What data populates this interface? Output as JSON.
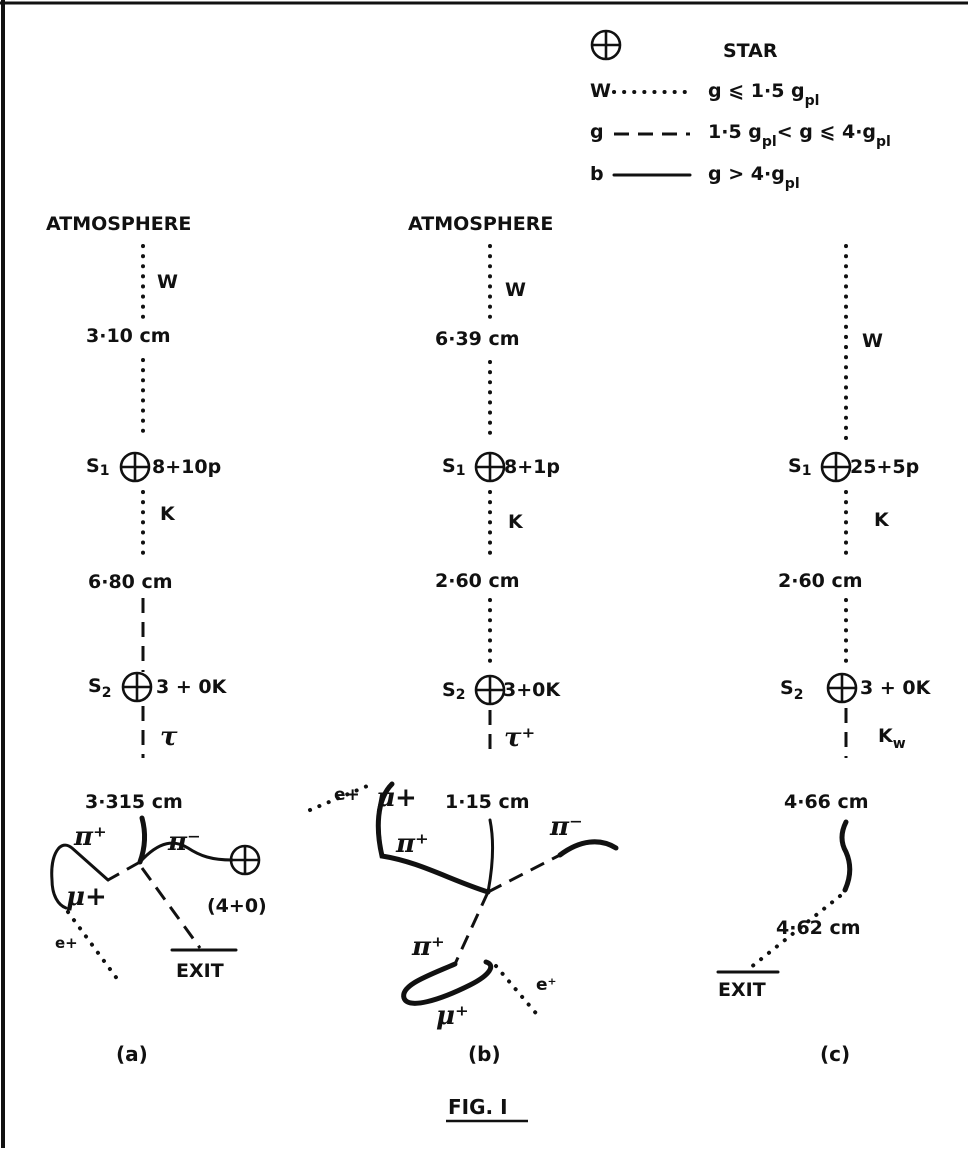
{
  "legend": {
    "star_label": "STAR",
    "w_key": "W",
    "w_cond": "g ⩽ 1·5 g",
    "w_cond_sub": "pl",
    "g_key": "g",
    "g_cond_a": "1·5 g",
    "g_cond_a_sub": "pl",
    "g_cond_b": "< g ⩽ 4·g",
    "g_cond_b_sub": "pl",
    "b_key": "b",
    "b_cond": "g > 4·g",
    "b_cond_sub": "pl"
  },
  "panel_a": {
    "atmosphere": "ATMOSPHERE",
    "w_label": "W",
    "len1": "3·10 cm",
    "s1": "S",
    "s1_sub": "1",
    "s1_prongs": "8+10p",
    "k_label": "K",
    "len2": "6·80 cm",
    "s2": "S",
    "s2_sub": "2",
    "s2_prongs": "3 + 0K",
    "tau": "τ",
    "len3": "3·315 cm",
    "pi_plus": "π⁺",
    "pi_minus": "π⁻",
    "mu_plus": "μ+",
    "e_plus": "e+",
    "star_prongs": "(4+0)",
    "exit": "EXIT",
    "caption": "(a)"
  },
  "panel_b": {
    "atmosphere": "ATMOSPHERE",
    "w_label": "W",
    "len1": "6·39 cm",
    "s1": "S",
    "s1_sub": "1",
    "s1_prongs": "8+1p",
    "k_label": "K",
    "len2": "2·60 cm",
    "s2": "S",
    "s2_sub": "2",
    "s2_prongs": "3+0K",
    "tau": "τ⁺",
    "len3": "1·15 cm",
    "e_plus_top": "e+",
    "mu_plus_top": "μ+",
    "pi_plus_left": "π⁺",
    "pi_minus": "π⁻",
    "pi_plus_low": "π⁺",
    "mu_plus_low": "μ⁺",
    "e_plus_low": "e⁺",
    "caption": "(b)"
  },
  "panel_c": {
    "w_label": "W",
    "s1": "S",
    "s1_sub": "1",
    "s1_prongs": "25+5p",
    "k_label": "K",
    "len2": "2·60 cm",
    "s2": "S",
    "s2_sub": "2",
    "s2_prongs": "3 + 0K",
    "kw": "K",
    "kw_sub": "w",
    "len3": "4·66 cm",
    "len4": "4·62 cm",
    "exit": "EXIT",
    "caption": "(c)"
  },
  "figure_title": "FIG. I"
}
